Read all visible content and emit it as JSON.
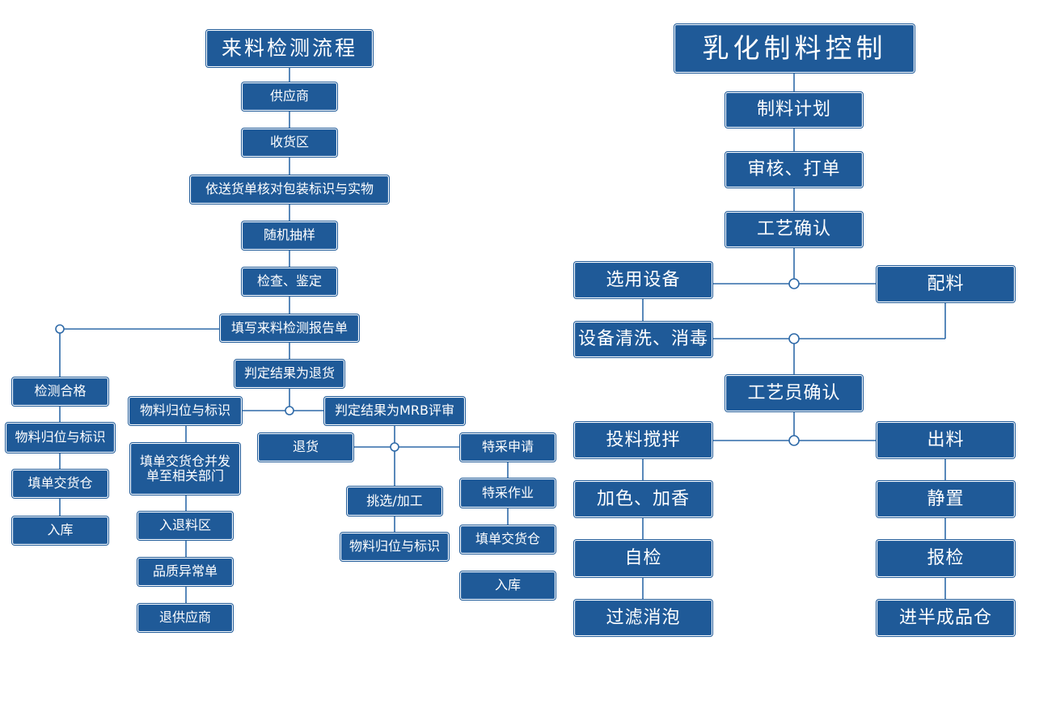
{
  "left_flow": {
    "title": "来料检测流程",
    "supplier": "供应商",
    "receiving_area": "收货区",
    "verify_delivery": "依送货单核对包装标识与实物",
    "random_sampling": "随机抽样",
    "inspect_identify": "检查、鉴定",
    "fill_report": "填写来料检测报告单",
    "judge_return": "判定结果为退货",
    "judge_mrb": "判定结果为MRB评审",
    "pass_branch": {
      "qualified": "检测合格",
      "place_label": "物料归位与标识",
      "fill_delivery": "填单交货仓",
      "warehousing": "入库"
    },
    "return_branch": {
      "place_label": "物料归位与标识",
      "fill_delivery_send": "填单交货仓并发单至相关部门",
      "return_area": "入退料区",
      "quality_abnormal": "品质异常单",
      "return_supplier": "退供应商"
    },
    "mrb_branch": {
      "return_goods": "退货",
      "select_process": "挑选/加工",
      "place_label": "物料归位与标识",
      "special_apply": "特采申请",
      "special_operation": "特采作业",
      "fill_delivery": "填单交货仓",
      "warehousing": "入库"
    }
  },
  "right_flow": {
    "title": "乳化制料控制",
    "plan": "制料计划",
    "review_print": "审核、打单",
    "process_confirm": "工艺确认",
    "select_equipment": "选用设备",
    "batching": "配料",
    "clean_disinfect": "设备清洗、消毒",
    "technician_confirm": "工艺员确认",
    "feed_mix": "投料搅拌",
    "discharge": "出料",
    "add_color_flavor": "加色、加香",
    "self_check": "自检",
    "filter_defoam": "过滤消泡",
    "stand": "静置",
    "report_inspect": "报检",
    "semi_finished_store": "进半成品仓"
  },
  "colors": {
    "box_fill": "#1f5a98",
    "line": "#2f6aa8",
    "text": "#ffffff"
  }
}
